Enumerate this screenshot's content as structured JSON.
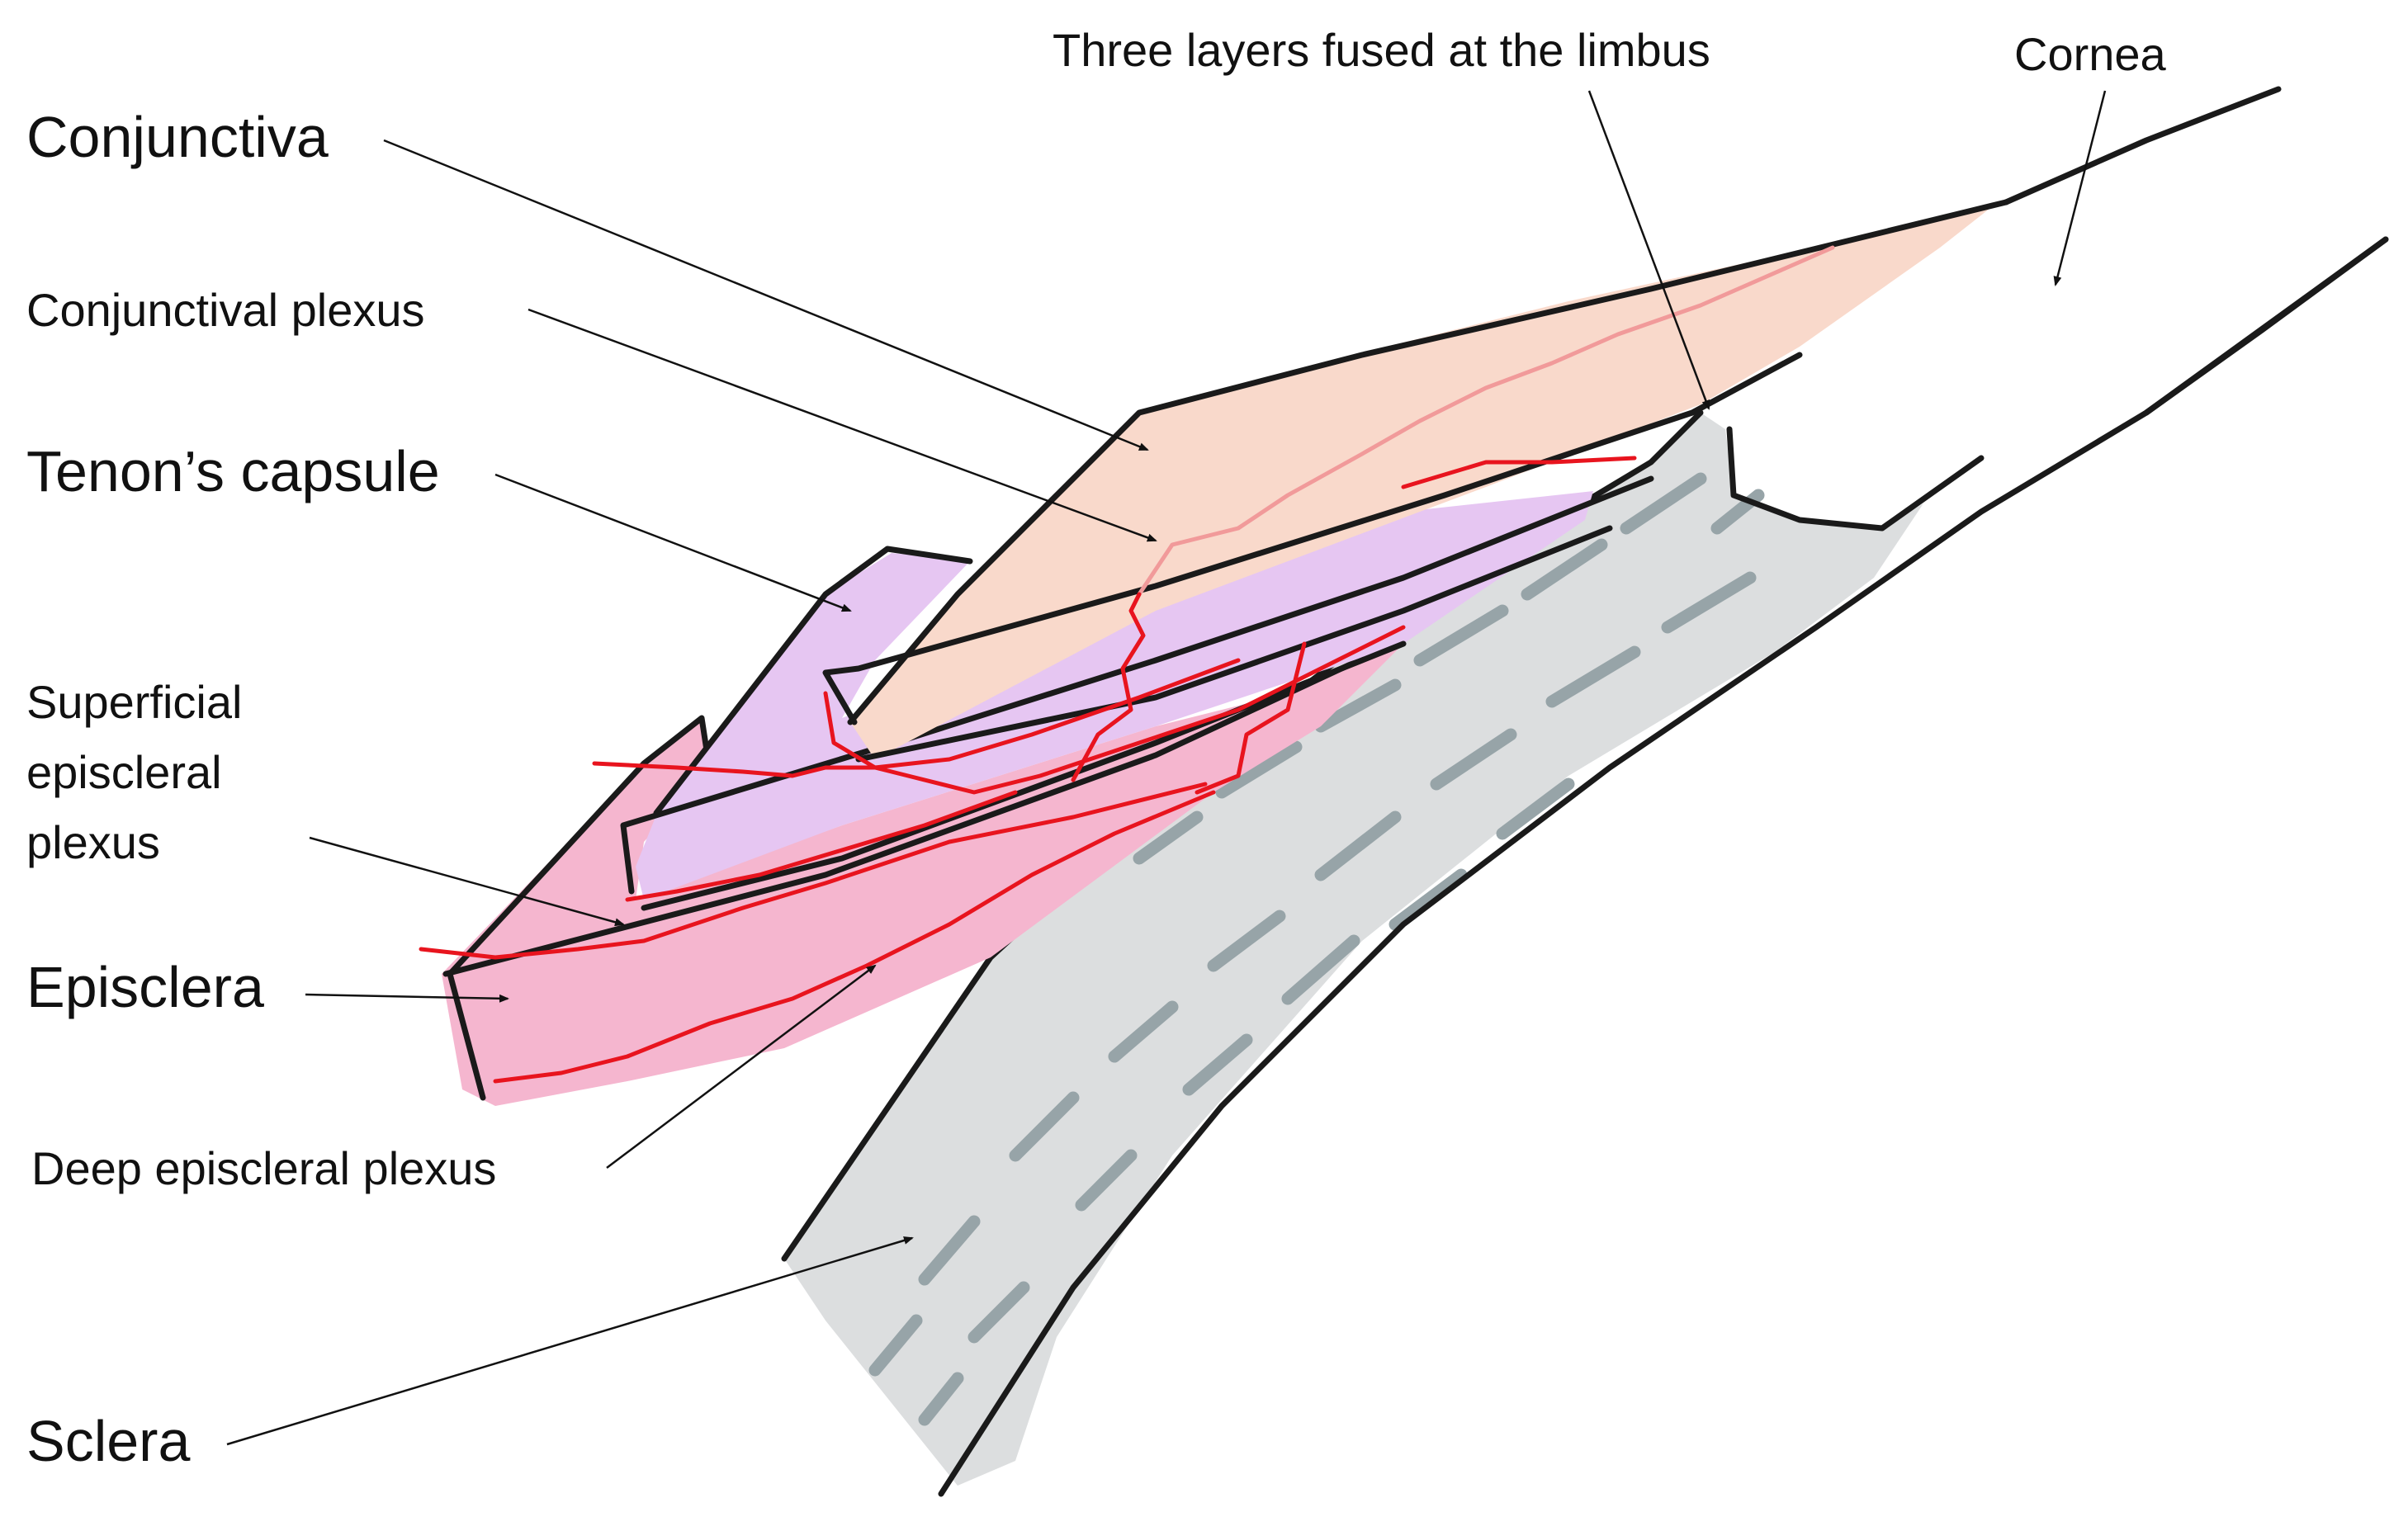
{
  "labels": {
    "conjunctiva": "Conjunctiva",
    "conjunctival_plexus": "Conjunctival plexus",
    "tenons_capsule": "Tenon’s capsule",
    "superficial_line1": "Superficial",
    "superficial_line2": "episcleral",
    "superficial_line3": "plexus",
    "episclera": "Episclera",
    "deep_episcleral_plexus": "Deep episcleral plexus",
    "sclera": "Sclera",
    "three_layers": "Three layers fused at the limbus",
    "cornea": "Cornea"
  },
  "colors": {
    "conjunctiva_fill": "#f9d9cb",
    "tenon_fill": "#e6c6f2",
    "episclera_fill": "#f5b6cf",
    "sclera_fill": "#dcdedf",
    "vessel_red": "#e8141e",
    "vessel_pink": "#f19a9a",
    "outline": "#1a1a1a"
  }
}
